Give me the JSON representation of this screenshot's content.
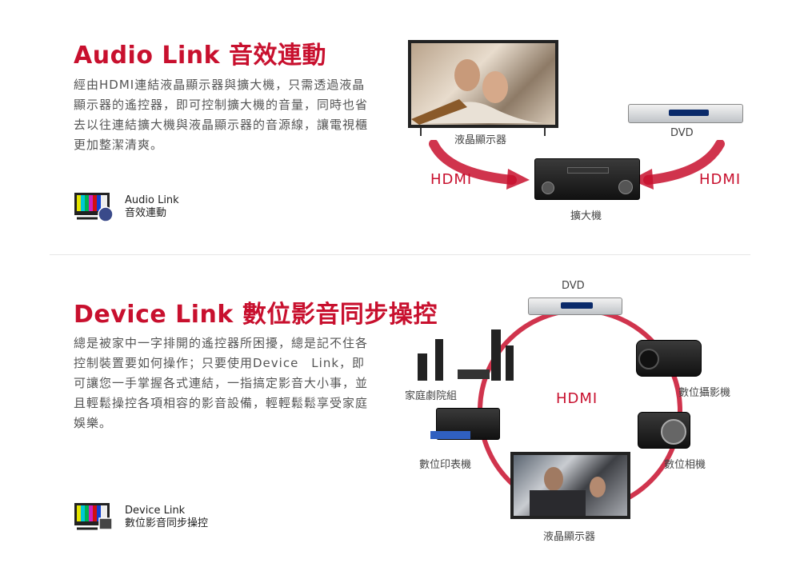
{
  "audio": {
    "title": "Audio Link 音效連動",
    "paragraph": "經由HDMI連結液晶顯示器與擴大機，只需透過液晶顯示器的遙控器，即可控制擴大機的音量，同時也省去以往連結擴大機與液晶顯示器的音源線，讓電視櫃更加整潔清爽。",
    "badge_line1": "Audio Link",
    "badge_line2": "音效連動",
    "tv_label": "液晶顯示器",
    "dvd_label": "DVD",
    "amp_label": "擴大機",
    "hdmi_left": "HDMI",
    "hdmi_right": "HDMI"
  },
  "device": {
    "title": "Device Link 數位影音同步操控",
    "paragraph": "總是被家中一字排開的遙控器所困擾，總是記不住各控制裝置要如何操作；只要使用Device　Link，即可讓您一手掌握各式連結，一指搞定影音大小事，並且輕鬆操控各項相容的影音設備，輕輕鬆鬆享受家庭娛樂。",
    "badge_line1": "Device Link",
    "badge_line2": "數位影音同步操控",
    "dvd_label": "DVD",
    "home_theater_label": "家庭劇院組",
    "camcorder_label": "數位攝影機",
    "hdmi_center": "HDMI",
    "printer_label": "數位印表機",
    "camera_label": "數位相機",
    "tv_label": "液晶顯示器"
  },
  "colors": {
    "accent": "#c8102e"
  }
}
